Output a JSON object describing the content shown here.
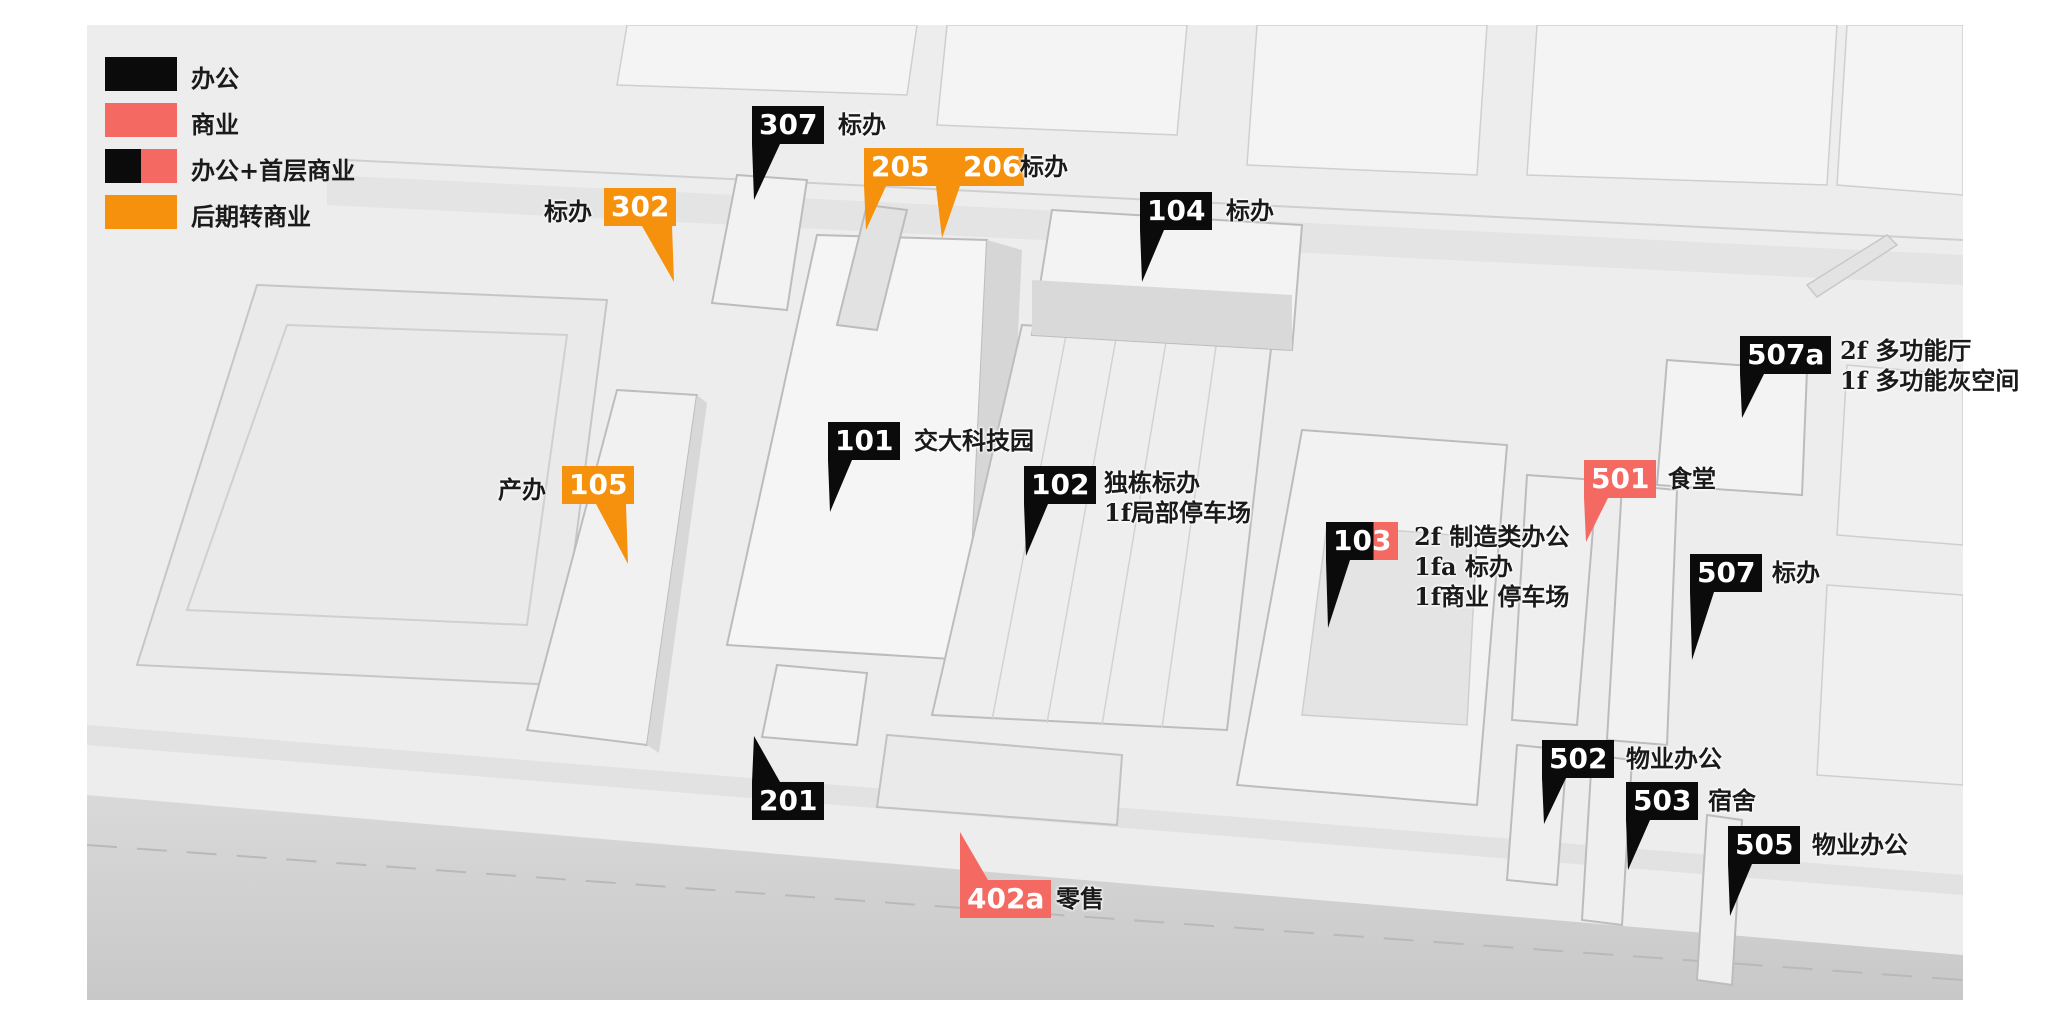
{
  "colors": {
    "office": "#0b0b0b",
    "commercial": "#f46a62",
    "future_commercial": "#f5910c",
    "background": "#ececec"
  },
  "legend": [
    {
      "label": "办公",
      "color": "#0b0b0b"
    },
    {
      "label": "商业",
      "color": "#f46a62"
    },
    {
      "label": "办公+首层商业",
      "color": "split"
    },
    {
      "label": "后期转商业",
      "color": "#f5910c"
    }
  ],
  "buildings": {
    "b307": {
      "code": "307",
      "desc": "标办"
    },
    "b302": {
      "code": "302",
      "prefix": "标办"
    },
    "b205": {
      "code": "205"
    },
    "b206": {
      "code": "206",
      "desc": "标办"
    },
    "b104": {
      "code": "104",
      "desc": "标办"
    },
    "b101": {
      "code": "101",
      "desc": "交大科技园"
    },
    "b105": {
      "code": "105",
      "prefix": "产办"
    },
    "b102": {
      "code": "102",
      "desc1": "独栋标办",
      "desc2": "1f局部停车场"
    },
    "b103": {
      "code": "103",
      "desc1": "2f 制造类办公",
      "desc2": "1fa 标办",
      "desc3": "1f商业 停车场"
    },
    "b501": {
      "code": "501",
      "desc": "食堂"
    },
    "b507a": {
      "code": "507a",
      "desc1": "2f 多功能厅",
      "desc2": "1f 多功能灰空间"
    },
    "b507": {
      "code": "507",
      "desc": "标办"
    },
    "b201": {
      "code": "201"
    },
    "b402a": {
      "code": "402a",
      "desc": "零售"
    },
    "b502": {
      "code": "502",
      "desc": "物业办公"
    },
    "b503": {
      "code": "503",
      "desc": "宿舍"
    },
    "b505": {
      "code": "505",
      "desc": "物业办公"
    }
  }
}
